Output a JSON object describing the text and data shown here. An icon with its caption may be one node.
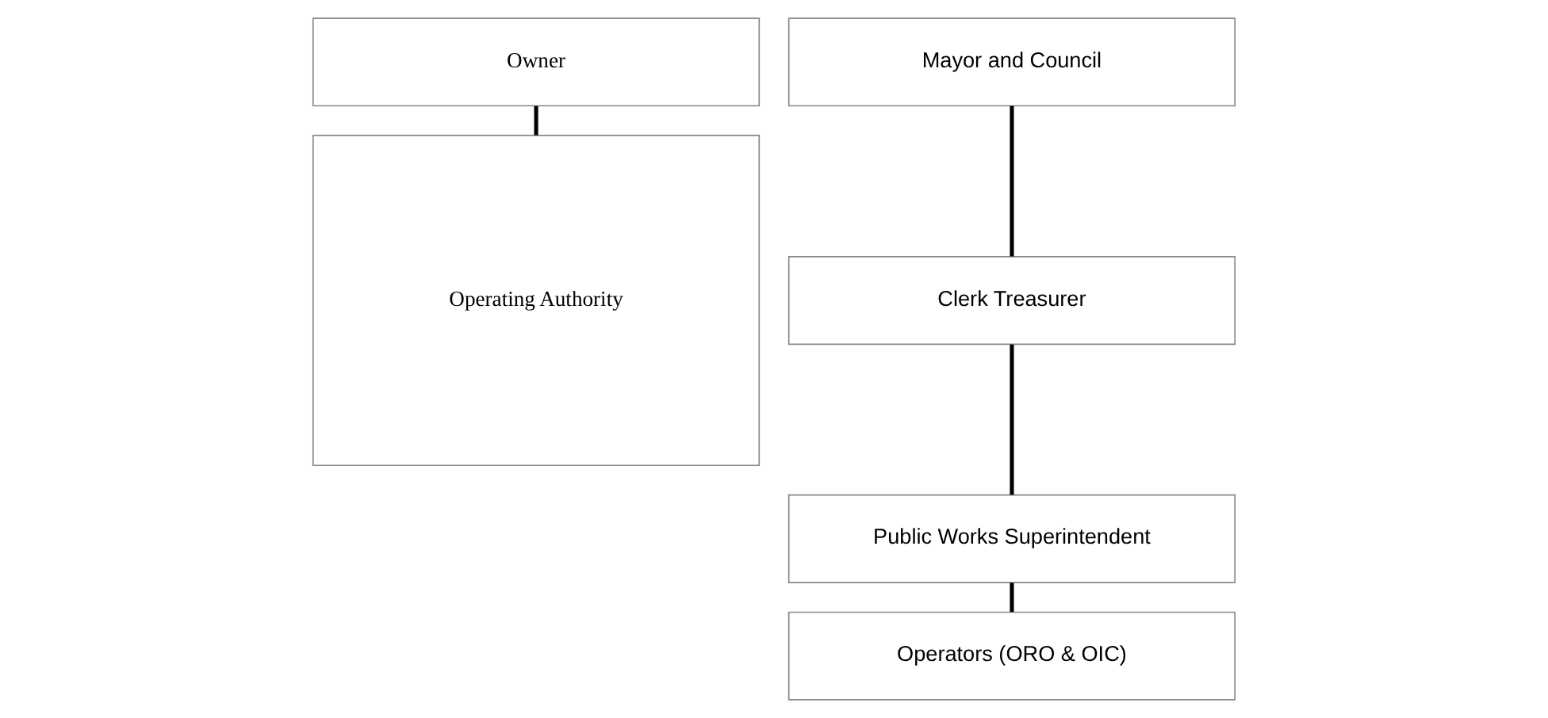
{
  "diagram": {
    "nodes": [
      {
        "text": [
          "Owner"
        ]
      },
      {
        "text": [
          "Operating Authority"
        ]
      },
      {
        "text": [
          "Mayor and Council"
        ]
      },
      {
        "text": [
          "Clerk Treasurer"
        ]
      },
      {
        "text": [
          "Public Works Superintendent"
        ]
      },
      {
        "text": [
          "Operators (ORO & OIC)"
        ]
      }
    ],
    "edges": [
      {
        "from": 0,
        "to": 1,
        "arrow": "none"
      },
      {
        "from": 2,
        "to": 3,
        "arrow": "none"
      },
      {
        "from": 3,
        "to": 4,
        "arrow": "none"
      },
      {
        "from": 4,
        "to": 5,
        "arrow": "none"
      }
    ]
  }
}
